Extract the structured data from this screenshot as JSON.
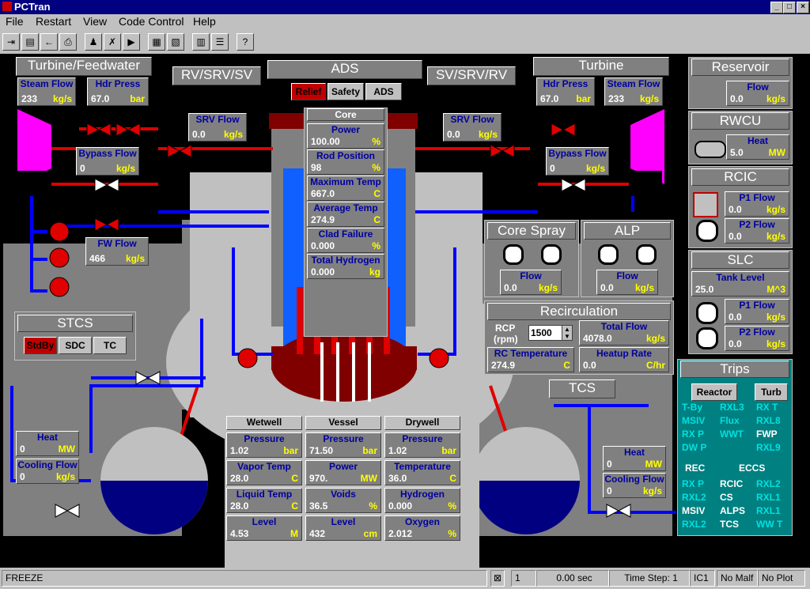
{
  "window": {
    "title": "PCTran",
    "controls": [
      "_",
      "□",
      "×"
    ]
  },
  "menu": [
    "File",
    "Restart",
    "View",
    "Code Control",
    "Help"
  ],
  "toolbar": [
    "exit-icon",
    "open-icon",
    "back-icon",
    "print-icon",
    "run-icon",
    "malfunction-icon",
    "trip-icon",
    "plot-icon",
    "report-icon",
    "doc-icon",
    "list-icon",
    "help-icon"
  ],
  "turbine_fw": {
    "title": "Turbine/Feedwater",
    "steam_flow": {
      "label": "Steam Flow",
      "value": "233",
      "unit": "kg/s"
    },
    "hdr_press": {
      "label": "Hdr Press",
      "value": "67.0",
      "unit": "bar"
    },
    "bypass": {
      "label": "Bypass Flow",
      "value": "0",
      "unit": "kg/s"
    },
    "fw_flow": {
      "label": "FW Flow",
      "value": "466",
      "unit": "kg/s"
    }
  },
  "rv_srv_sv": {
    "title": "RV/SRV/SV",
    "srv": {
      "label": "SRV Flow",
      "value": "0.0",
      "unit": "kg/s"
    }
  },
  "ads": {
    "title": "ADS",
    "buttons": [
      "Relief",
      "Safety",
      "ADS"
    ]
  },
  "sv_srv_rv": {
    "title": "SV/SRV/RV",
    "srv": {
      "label": "SRV Flow",
      "value": "0.0",
      "unit": "kg/s"
    }
  },
  "turbine": {
    "title": "Turbine",
    "hdr_press": {
      "label": "Hdr Press",
      "value": "67.0",
      "unit": "bar"
    },
    "steam_flow": {
      "label": "Steam Flow",
      "value": "233",
      "unit": "kg/s"
    },
    "bypass": {
      "label": "Bypass Flow",
      "value": "0",
      "unit": "kg/s"
    }
  },
  "core": {
    "title": "Core",
    "items": [
      {
        "label": "Power",
        "value": "100.00",
        "unit": "%"
      },
      {
        "label": "Rod Position",
        "value": "98",
        "unit": "%"
      },
      {
        "label": "Maximum Temp",
        "value": "667.0",
        "unit": "C"
      },
      {
        "label": "Average Temp",
        "value": "274.9",
        "unit": "C"
      },
      {
        "label": "Clad Failure",
        "value": "0.000",
        "unit": "%"
      },
      {
        "label": "Total Hydrogen",
        "value": "0.000",
        "unit": "kg"
      }
    ]
  },
  "reservoir": {
    "title": "Reservoir",
    "flow": {
      "label": "Flow",
      "value": "0.0",
      "unit": "kg/s"
    }
  },
  "rwcu": {
    "title": "RWCU",
    "heat": {
      "label": "Heat",
      "value": "5.0",
      "unit": "MW"
    }
  },
  "rcic": {
    "title": "RCIC",
    "p1": {
      "label": "P1 Flow",
      "value": "0.0",
      "unit": "kg/s"
    },
    "p2": {
      "label": "P2 Flow",
      "value": "0.0",
      "unit": "kg/s"
    }
  },
  "slc": {
    "title": "SLC",
    "tank": {
      "label": "Tank Level",
      "value": "25.0",
      "unit": "M^3"
    },
    "p1": {
      "label": "P1 Flow",
      "value": "0.0",
      "unit": "kg/s"
    },
    "p2": {
      "label": "P2 Flow",
      "value": "0.0",
      "unit": "kg/s"
    }
  },
  "core_spray": {
    "title": "Core Spray",
    "flow": {
      "label": "Flow",
      "value": "0.0",
      "unit": "kg/s"
    }
  },
  "alp": {
    "title": "ALP",
    "flow": {
      "label": "Flow",
      "value": "0.0",
      "unit": "kg/s"
    }
  },
  "recirc": {
    "title": "Recirculation",
    "rcp_label": "RCP",
    "rcp_unit": "(rpm)",
    "rcp_value": "1500",
    "total": {
      "label": "Total Flow",
      "value": "4078.0",
      "unit": "kg/s"
    },
    "rc_temp": {
      "label": "RC Temperature",
      "value": "274.9",
      "unit": "C"
    },
    "heatup": {
      "label": "Heatup Rate",
      "value": "0.0",
      "unit": "C/hr"
    }
  },
  "stcs": {
    "title": "STCS",
    "buttons": [
      "StdBy",
      "SDC",
      "TC"
    ]
  },
  "left_heat": {
    "label": "Heat",
    "value": "0",
    "unit": "MW"
  },
  "left_cool": {
    "label": "Cooling Flow",
    "value": "0",
    "unit": "kg/s"
  },
  "tcs": {
    "title": "TCS",
    "heat": {
      "label": "Heat",
      "value": "0",
      "unit": "MW"
    },
    "cool": {
      "label": "Cooling Flow",
      "value": "0",
      "unit": "kg/s"
    }
  },
  "wetwell": {
    "title": "Wetwell",
    "items": [
      {
        "label": "Pressure",
        "value": "1.02",
        "unit": "bar"
      },
      {
        "label": "Vapor Temp",
        "value": "28.0",
        "unit": "C"
      },
      {
        "label": "Liquid Temp",
        "value": "28.0",
        "unit": "C"
      },
      {
        "label": "Level",
        "value": "4.53",
        "unit": "M"
      }
    ]
  },
  "vessel": {
    "title": "Vessel",
    "items": [
      {
        "label": "Pressure",
        "value": "71.50",
        "unit": "bar"
      },
      {
        "label": "Power",
        "value": "970.",
        "unit": "MW"
      },
      {
        "label": "Voids",
        "value": "36.5",
        "unit": "%"
      },
      {
        "label": "Level",
        "value": "432",
        "unit": "cm"
      }
    ]
  },
  "drywell": {
    "title": "Drywell",
    "items": [
      {
        "label": "Pressure",
        "value": "1.02",
        "unit": "bar"
      },
      {
        "label": "Temperature",
        "value": "36.0",
        "unit": "C"
      },
      {
        "label": "Hydrogen",
        "value": "0.000",
        "unit": "%"
      },
      {
        "label": "Oxygen",
        "value": "2.012",
        "unit": "%"
      }
    ]
  },
  "trips": {
    "title": "Trips",
    "reactor_btn": "Reactor",
    "turb_btn": "Turb",
    "col1": [
      {
        "t": "T-By",
        "c": "cy"
      },
      {
        "t": "MSIV",
        "c": "cy"
      },
      {
        "t": "RX P",
        "c": "cy"
      },
      {
        "t": "DW P",
        "c": "cy"
      }
    ],
    "col2": [
      {
        "t": "RXL3",
        "c": "cy"
      },
      {
        "t": "Flux",
        "c": "cy"
      },
      {
        "t": "WWT",
        "c": "cy"
      }
    ],
    "col3": [
      {
        "t": "RX T",
        "c": "cy"
      },
      {
        "t": "RXL8",
        "c": "cy"
      },
      {
        "t": "FWP",
        "c": "wh"
      },
      {
        "t": "RXL9",
        "c": "cy"
      }
    ],
    "rec_title": "REC",
    "eccs_title": "ECCS",
    "rec": [
      {
        "t": "RX P",
        "c": "cy"
      },
      {
        "t": "RXL2",
        "c": "cy"
      },
      {
        "t": "MSIV",
        "c": "wh"
      },
      {
        "t": "RXL2",
        "c": "cy"
      }
    ],
    "eccs1": [
      {
        "t": "RCIC",
        "c": "wh"
      },
      {
        "t": "CS",
        "c": "wh"
      },
      {
        "t": "ALPS",
        "c": "wh"
      },
      {
        "t": "TCS",
        "c": "wh"
      }
    ],
    "eccs2": [
      {
        "t": "RXL2",
        "c": "cy"
      },
      {
        "t": "RXL1",
        "c": "cy"
      },
      {
        "t": "RXL1",
        "c": "cy"
      },
      {
        "t": "WW T",
        "c": "cy"
      }
    ]
  },
  "status": {
    "mode": "FREEZE",
    "step_count": "1",
    "time": "0.00 sec",
    "time_step": "Time Step: 1",
    "ic": "IC1",
    "malf": "No Malf",
    "plot": "No Plot"
  }
}
